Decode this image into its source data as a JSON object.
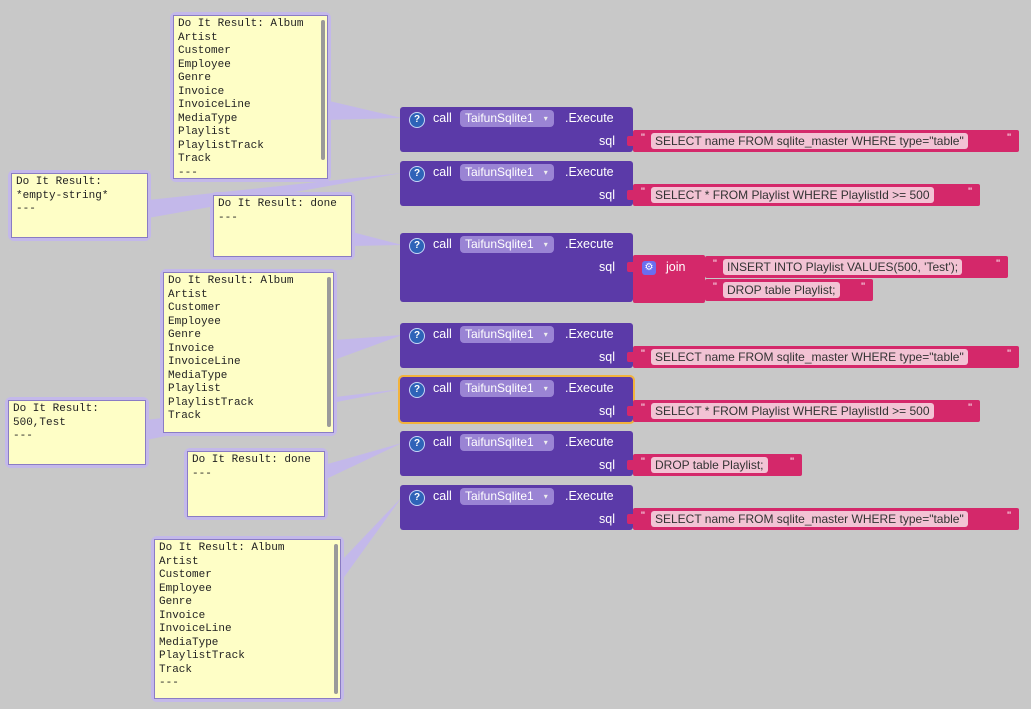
{
  "blocks": [
    {
      "keyword": "call",
      "component": "TaifunSqlite1",
      "method": ".Execute",
      "arg_label": "sql",
      "sql": "SELECT name FROM sqlite_master WHERE type=\"table\""
    },
    {
      "keyword": "call",
      "component": "TaifunSqlite1",
      "method": ".Execute",
      "arg_label": "sql",
      "sql": "SELECT * FROM Playlist WHERE PlaylistId >= 500"
    },
    {
      "keyword": "call",
      "component": "TaifunSqlite1",
      "method": ".Execute",
      "arg_label": "sql",
      "join_label": "join",
      "join_items": [
        "INSERT INTO Playlist VALUES(500, 'Test');",
        "DROP table Playlist;"
      ]
    },
    {
      "keyword": "call",
      "component": "TaifunSqlite1",
      "method": ".Execute",
      "arg_label": "sql",
      "sql": "SELECT name FROM sqlite_master WHERE type=\"table\""
    },
    {
      "keyword": "call",
      "component": "TaifunSqlite1",
      "method": ".Execute",
      "arg_label": "sql",
      "sql": "SELECT * FROM Playlist WHERE PlaylistId >= 500"
    },
    {
      "keyword": "call",
      "component": "TaifunSqlite1",
      "method": ".Execute",
      "arg_label": "sql",
      "sql": "DROP table Playlist;"
    },
    {
      "keyword": "call",
      "component": "TaifunSqlite1",
      "method": ".Execute",
      "arg_label": "sql",
      "sql": "SELECT name FROM sqlite_master WHERE type=\"table\""
    }
  ],
  "quote": "\"",
  "help_glyph": "?",
  "dropdown_glyph": "▾",
  "gear_glyph": "⚙",
  "comments": [
    {
      "text": "Do It Result: Album\nArtist\nCustomer\nEmployee\nGenre\nInvoice\nInvoiceLine\nMediaType\nPlaylist\nPlaylistTrack\nTrack\n---"
    },
    {
      "text": "Do It Result:\n*empty-string*\n---"
    },
    {
      "text": "Do It Result: done\n---"
    },
    {
      "text": "Do It Result: Album\nArtist\nCustomer\nEmployee\nGenre\nInvoice\nInvoiceLine\nMediaType\nPlaylist\nPlaylistTrack\nTrack"
    },
    {
      "text": "Do It Result:\n500,Test\n---"
    },
    {
      "text": "Do It Result: done\n---"
    },
    {
      "text": "Do It Result: Album\nArtist\nCustomer\nEmployee\nGenre\nInvoice\nInvoiceLine\nMediaType\nPlaylistTrack\nTrack\n---"
    }
  ],
  "colors": {
    "procedure": "#5b3aa8",
    "text_block": "#d4286a",
    "component": "#9a84d4",
    "comment_bg": "#fefec6",
    "comment_frame": "#c3b8ea",
    "selected": "#f2b33d"
  }
}
